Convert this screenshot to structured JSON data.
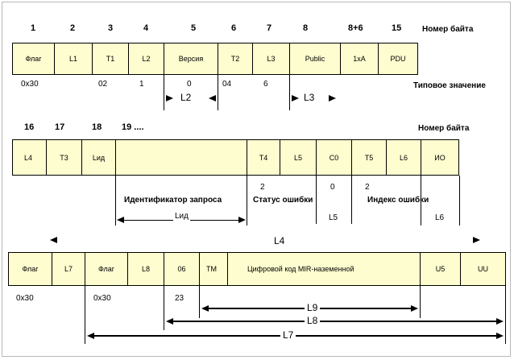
{
  "row1": {
    "byte_numbers": [
      "1",
      "2",
      "3",
      "4",
      "5",
      "6",
      "7",
      "8",
      "8+6",
      "15"
    ],
    "header": "Номер байта",
    "cells": [
      "Флаг",
      "L1",
      "T1",
      "L2",
      "Версия",
      "T2",
      "L3",
      "Public",
      "1хА",
      "PDU"
    ],
    "typical_label": "Типовое значение",
    "values": [
      "0x30",
      "02",
      "1",
      "0",
      "04",
      "6"
    ],
    "len_labels": [
      "L2",
      "L3"
    ]
  },
  "row2": {
    "byte_numbers": [
      "16",
      "17",
      "18",
      "19 ...."
    ],
    "header": "Номер байта",
    "cells": [
      "L4",
      "T3",
      "Lид",
      "",
      "T4",
      "L5",
      "C0",
      "T5",
      "L6",
      "ИО"
    ],
    "values": [
      "2",
      "0",
      "2"
    ],
    "labels": [
      "Идентификатор запроса",
      "Статус ошибки",
      "Индекс ошибки"
    ],
    "len_labels": [
      "Lид",
      "L5",
      "L6"
    ]
  },
  "row3": {
    "span_label": "L4",
    "cells": [
      "Флаг",
      "L7",
      "Флаг",
      "L8",
      "06",
      "TM",
      "Цифровой код MIR-наземенной",
      "U5",
      "UU"
    ],
    "values": [
      "0x30",
      "0x30",
      "23"
    ],
    "len_labels": [
      "L9",
      "L8",
      "L7"
    ]
  }
}
